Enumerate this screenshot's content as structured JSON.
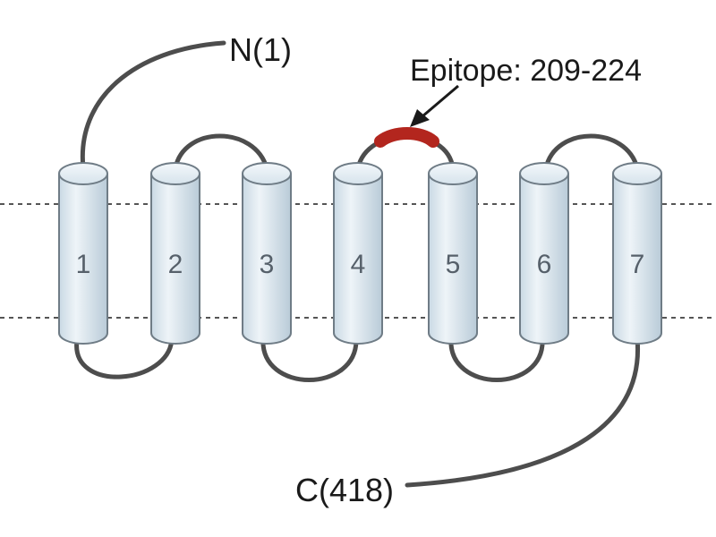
{
  "labels": {
    "n_terminus": "N(1)",
    "c_terminus": "C(418)",
    "epitope": "Epitope: 209-224"
  },
  "helices": [
    {
      "number": "1"
    },
    {
      "number": "2"
    },
    {
      "number": "3"
    },
    {
      "number": "4"
    },
    {
      "number": "5"
    },
    {
      "number": "6"
    },
    {
      "number": "7"
    }
  ],
  "colors": {
    "helix_fill": "#dce9f1",
    "helix_stroke": "#6f7c86",
    "loop": "#4d4d4d",
    "epitope": "#b3261e",
    "membrane_line": "#555555"
  }
}
